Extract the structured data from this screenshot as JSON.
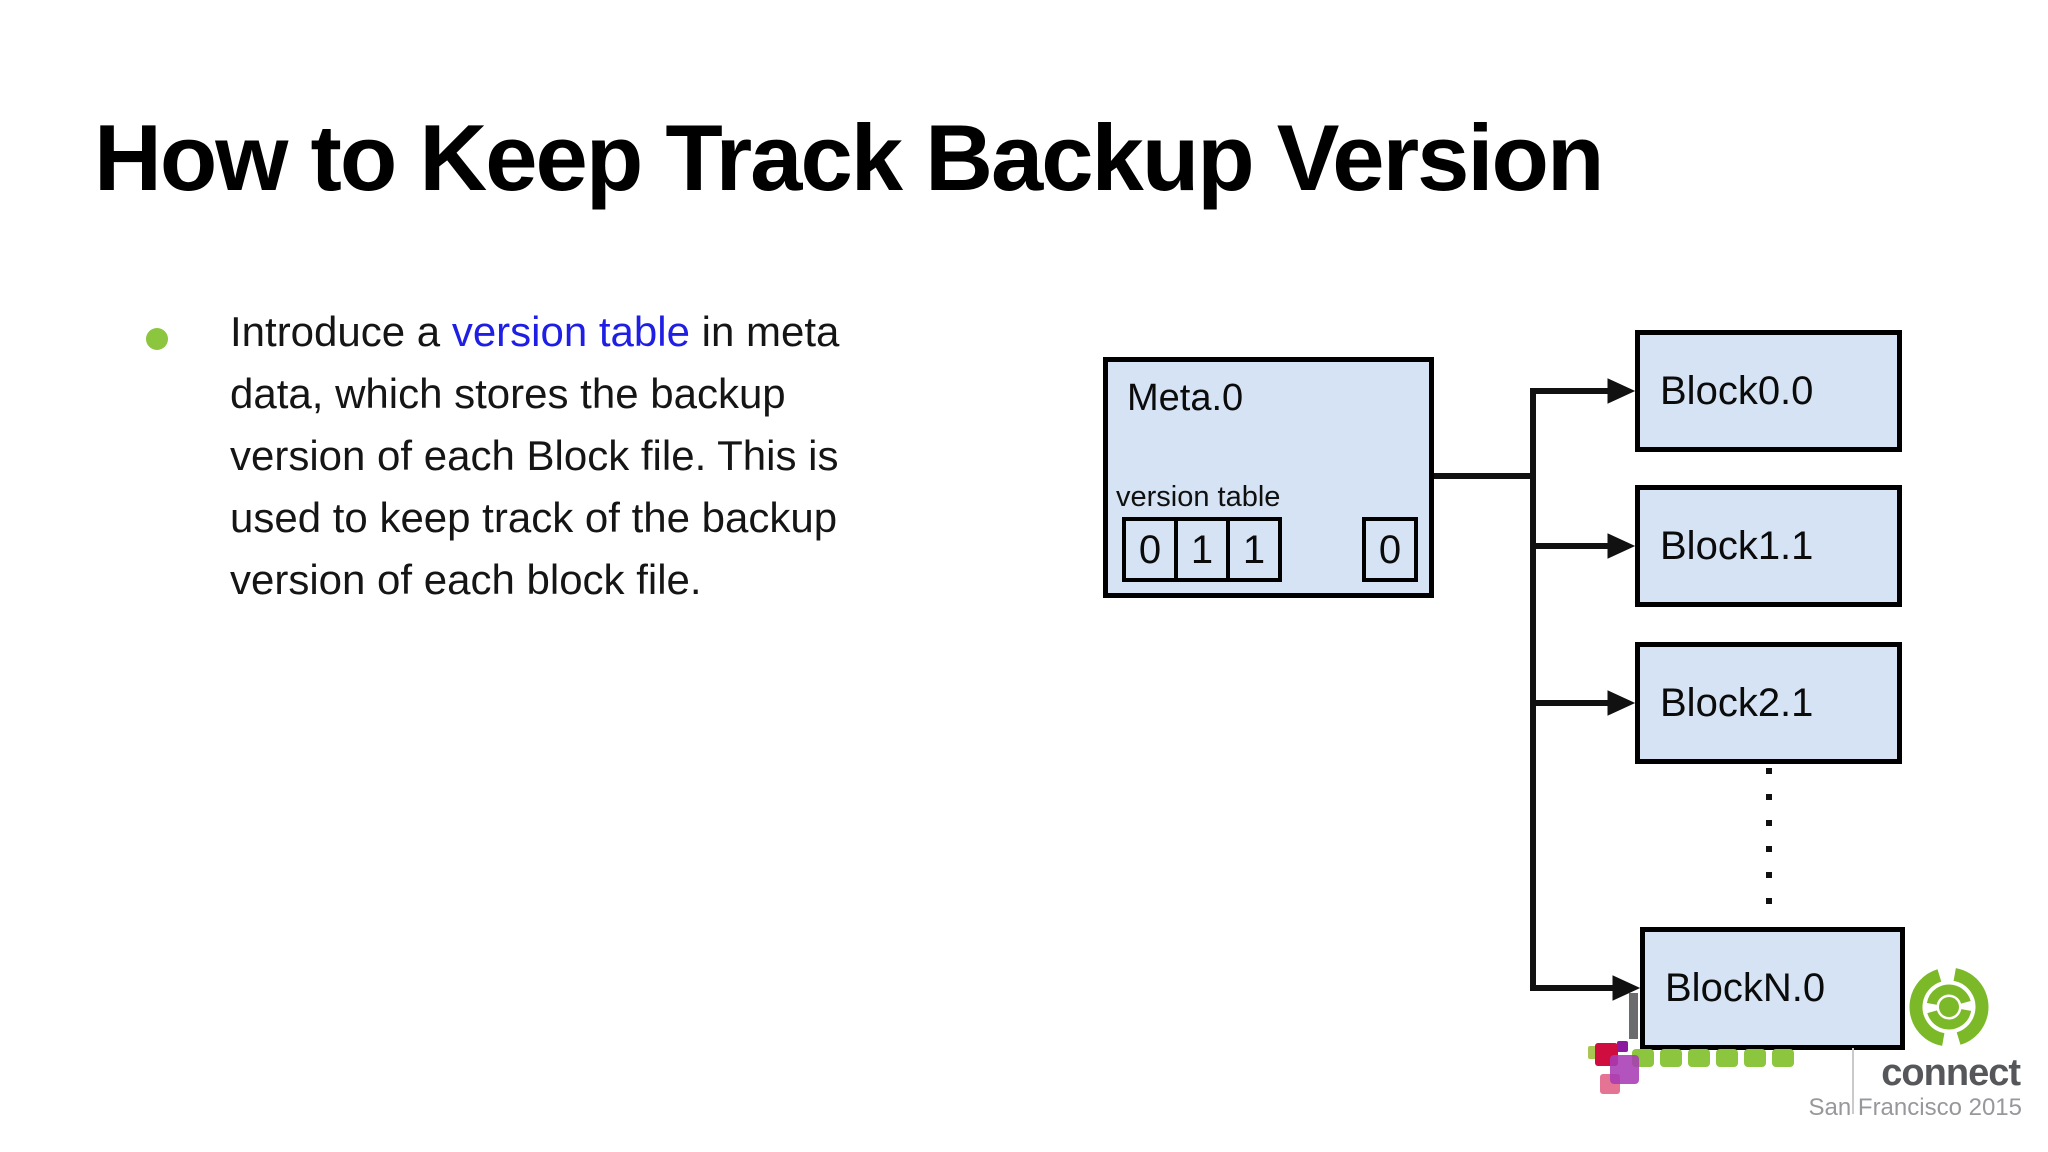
{
  "slide": {
    "title": "How to Keep Track Backup Version",
    "bullet": {
      "icon": "green-bullet-dot",
      "lines": [
        [
          {
            "t": "Introduce a "
          },
          {
            "t": "version table",
            "link": true
          },
          {
            "t": " in meta"
          }
        ],
        [
          {
            "t": "data, which stores the backup"
          }
        ],
        [
          {
            "t": "version of each Block file. This is"
          }
        ],
        [
          {
            "t": "used to keep track of the backup"
          }
        ],
        [
          {
            "t": "version of each block file."
          }
        ]
      ]
    },
    "diagram": {
      "meta_box": {
        "label": "Meta.0",
        "table_label": "version table",
        "cells": [
          "0",
          "1",
          "1"
        ],
        "ellipsis": "dotted-gap",
        "last_cell": "0"
      },
      "blocks": [
        {
          "label": "Block0.0"
        },
        {
          "label": "Block1.1"
        },
        {
          "label": "Block2.1"
        },
        {
          "label": "BlockN.0"
        }
      ],
      "vertical_ellipsis": "dotted-line-between-Block2.1-and-BlockN.0"
    },
    "logo": {
      "icon": "spiral-target-icon",
      "brand": "connect",
      "event": "San Francisco 2015"
    },
    "colors": {
      "accent_green": "#8cc63e",
      "logo_green": "#7cb928",
      "link_blue": "#1e1ee4",
      "box_fill": "#d5e3f4",
      "line_black": "#111111",
      "crimson": "#d00d3f",
      "purple": "#a93bb4",
      "pink": "#e05a80"
    }
  }
}
